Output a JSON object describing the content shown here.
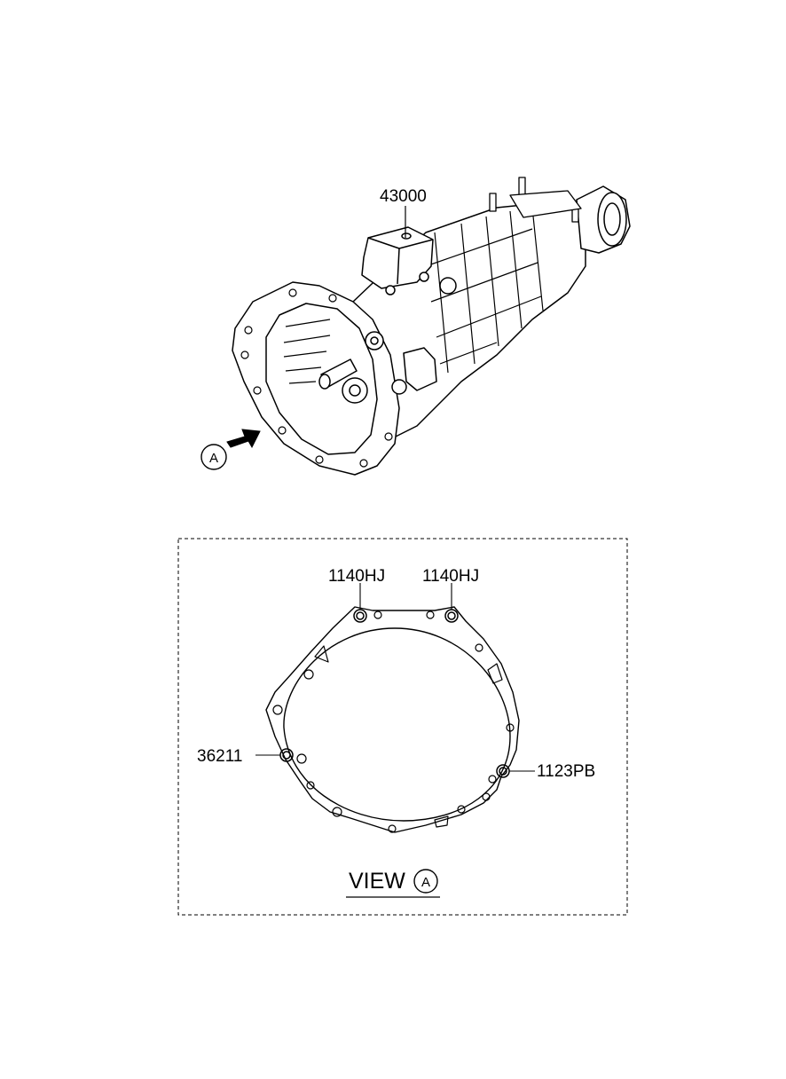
{
  "labels": {
    "transmission": "43000",
    "bolt_top_left": "1140HJ",
    "bolt_top_right": "1140HJ",
    "pin_left": "36211",
    "bolt_right": "1123PB"
  },
  "view": {
    "word": "VIEW",
    "letter": "A"
  },
  "arrow_marker": {
    "letter": "A"
  }
}
